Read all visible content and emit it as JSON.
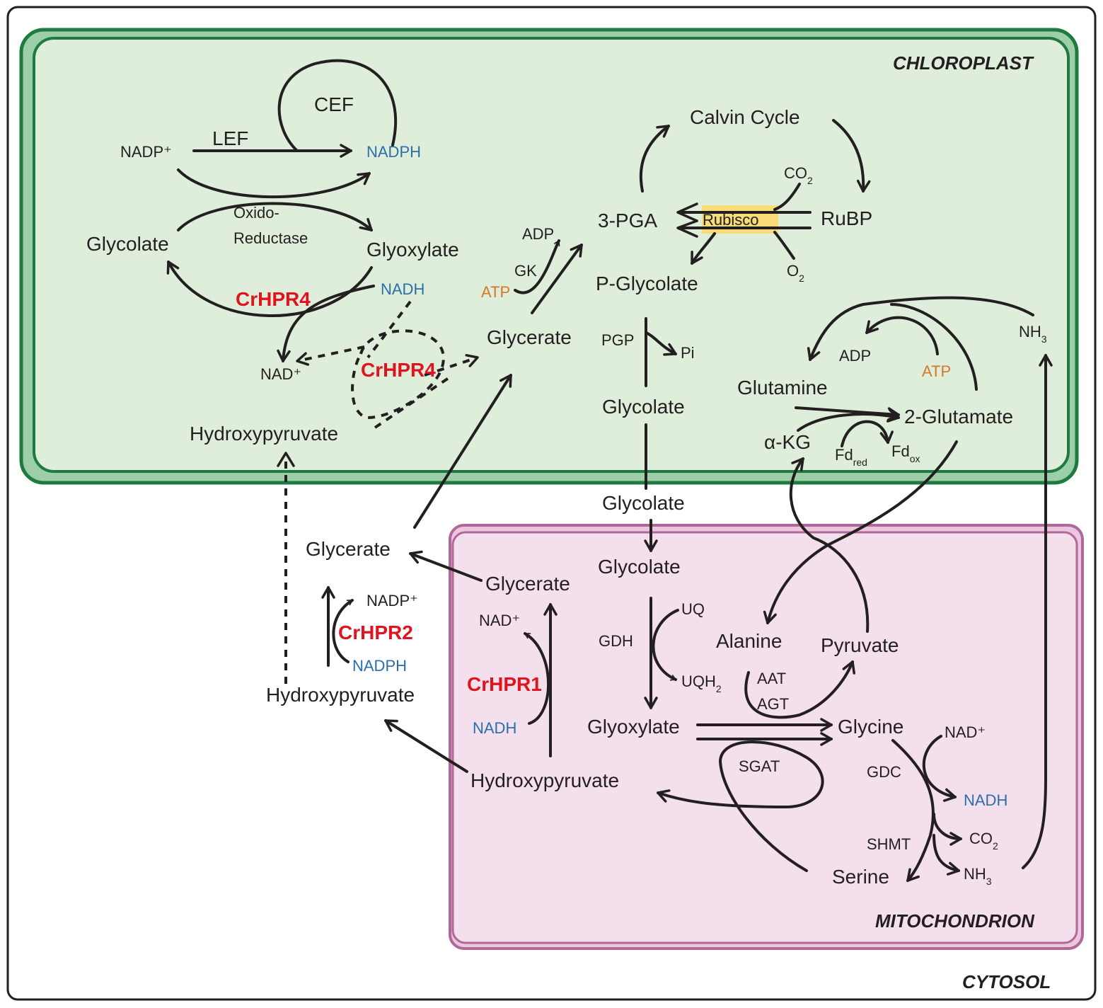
{
  "compartments": {
    "chloroplast": "CHLOROPLAST",
    "mitochondrion": "MITOCHONDRION",
    "cytosol": "CYTOSOL"
  },
  "colors": {
    "chloroplast_fill": "#dfeeda",
    "chloroplast_border": "#1e7a3e",
    "mitochondrion_fill": "#f4e0ec",
    "mitochondrion_border": "#b0689a",
    "rubisco_highlight": "#f7dc78",
    "enzyme_red": "#e0141e",
    "cofactor_blue": "#2a6eaa",
    "atp_orange": "#d4782a"
  },
  "chloroplast": {
    "cef": "CEF",
    "lef": "LEF",
    "nadp": "NADP⁺",
    "nadph": "NADPH",
    "oxido_1": "Oxido-",
    "oxido_2": "Reductase",
    "glycolate": "Glycolate",
    "glyoxylate": "Glyoxylate",
    "nadh": "NADH",
    "crhpr4_a": "CrHPR4",
    "crhpr4_b": "CrHPR4",
    "nad": "NAD⁺",
    "hydroxypyruvate": "Hydroxypyruvate",
    "adp": "ADP",
    "gk": "GK",
    "atp": "ATP",
    "glycerate": "Glycerate",
    "calvin": "Calvin Cycle",
    "co2_main": "CO",
    "co2_sub": "2",
    "pga": "3-PGA",
    "rubisco": "Rubisco",
    "rubp": "RuBP",
    "o2_main": "O",
    "o2_sub": "2",
    "pglycolate": "P-Glycolate",
    "pgp": "PGP",
    "pi": "Pi",
    "glycolate2": "Glycolate",
    "adp2": "ADP",
    "atp2": "ATP",
    "nh3_main": "NH",
    "nh3_sub": "3",
    "glutamine": "Glutamine",
    "glutamate": "2-Glutamate",
    "akg": "α-KG",
    "fd_main": "Fd",
    "fd_red": "red",
    "fd_main2": "Fd",
    "fd_ox": "ox"
  },
  "cytosol": {
    "glycolate": "Glycolate",
    "glycerate": "Glycerate",
    "nadp": "NADP⁺",
    "crhpr2": "CrHPR2",
    "nadph": "NADPH",
    "hydroxypyruvate": "Hydroxypyruvate"
  },
  "mitochondrion": {
    "glycolate": "Glycolate",
    "glycerate": "Glycerate",
    "nad": "NAD⁺",
    "crhpr1": "CrHPR1",
    "nadh": "NADH",
    "hydroxypyruvate": "Hydroxypyruvate",
    "uq": "UQ",
    "gdh": "GDH",
    "uqh2_main": "UQH",
    "uqh2_sub": "2",
    "glyoxylate": "Glyoxylate",
    "alanine": "Alanine",
    "aat": "AAT",
    "agt": "AGT",
    "pyruvate": "Pyruvate",
    "glycine": "Glycine",
    "sgat": "SGAT",
    "nad2": "NAD⁺",
    "gdc": "GDC",
    "nadh2": "NADH",
    "shmt": "SHMT",
    "co2_main": "CO",
    "co2_sub": "2",
    "serine": "Serine",
    "nh3_main": "NH",
    "nh3_sub": "3"
  }
}
